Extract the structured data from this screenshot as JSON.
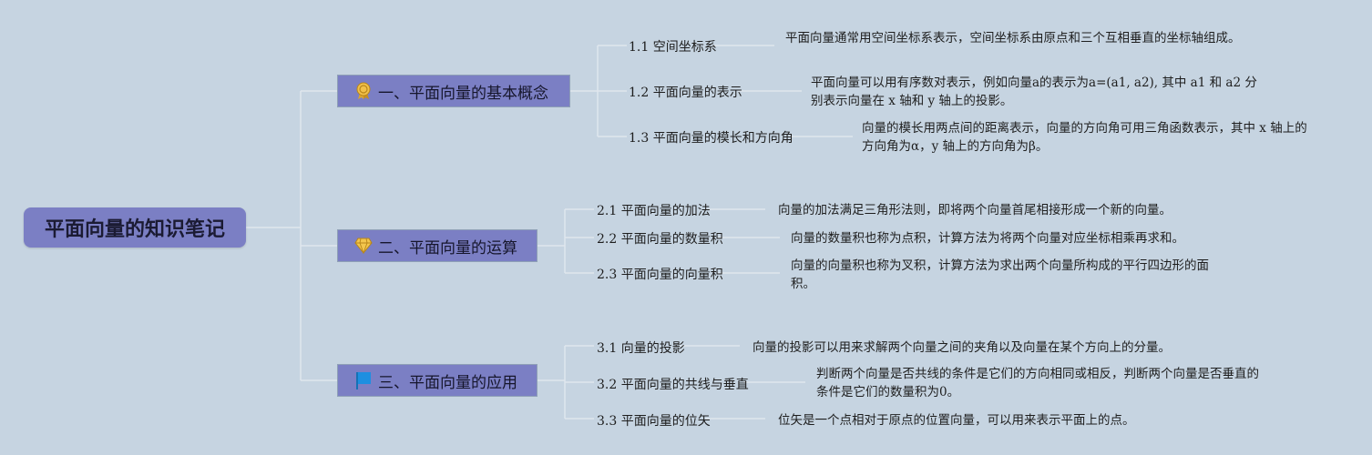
{
  "root": {
    "title": "平面向量的知识笔记"
  },
  "branches": [
    {
      "label": "一、平面向量的基本概念",
      "icon": "award-ribbon-icon",
      "items": [
        {
          "label": "1.1 空间坐标系",
          "text": "平面向量通常用空间坐标系表示，空间坐标系由原点和三个互相垂直的坐标轴组成。"
        },
        {
          "label": "1.2 平面向量的表示",
          "text": "平面向量可以用有序数对表示，例如向量a的表示为a=(a1, a2), 其中 a1 和 a2 分别表示向量在 x 轴和 y 轴上的投影。"
        },
        {
          "label": "1.3 平面向量的模长和方向角",
          "text": "向量的模长用两点间的距离表示，向量的方向角可用三角函数表示，其中 x 轴上的方向角为α，y 轴上的方向角为β。"
        }
      ]
    },
    {
      "label": "二、平面向量的运算",
      "icon": "diamond-icon",
      "items": [
        {
          "label": "2.1 平面向量的加法",
          "text": "向量的加法满足三角形法则，即将两个向量首尾相接形成一个新的向量。"
        },
        {
          "label": "2.2 平面向量的数量积",
          "text": "向量的数量积也称为点积，计算方法为将两个向量对应坐标相乘再求和。"
        },
        {
          "label": "2.3 平面向量的向量积",
          "text": "向量的向量积也称为叉积，计算方法为求出两个向量所构成的平行四边形的面积。"
        }
      ]
    },
    {
      "label": "三、平面向量的应用",
      "icon": "flag-icon",
      "items": [
        {
          "label": "3.1 向量的投影",
          "text": "向量的投影可以用来求解两个向量之间的夹角以及向量在某个方向上的分量。"
        },
        {
          "label": "3.2 平面向量的共线与垂直",
          "text": "判断两个向量是否共线的条件是它们的方向相同或相反，判断两个向量是否垂直的条件是它们的数量积为0。"
        },
        {
          "label": "3.3 平面向量的位矢",
          "text": "位矢是一个点相对于原点的位置向量，可以用来表示平面上的点。"
        }
      ]
    }
  ],
  "colors": {
    "background": "#c6d4e1",
    "node": "#7b7fc4",
    "line": "#dfe6ee"
  }
}
